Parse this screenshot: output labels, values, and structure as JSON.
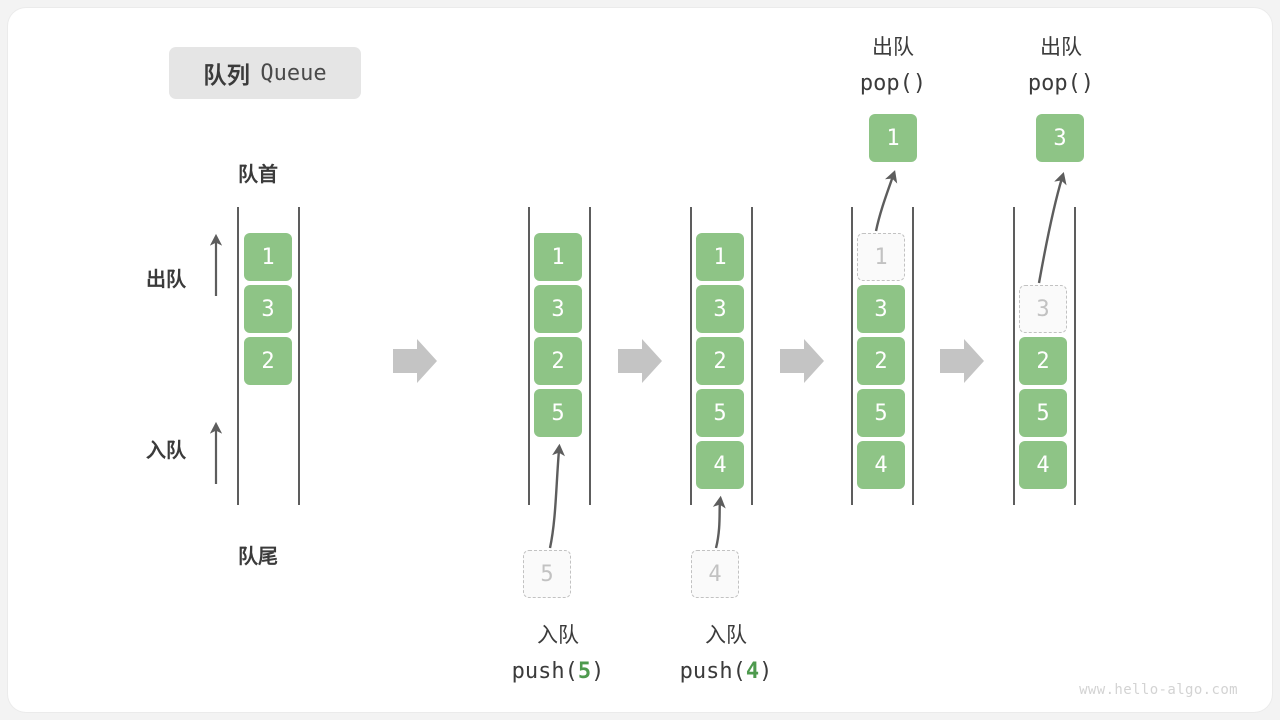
{
  "title": {
    "cn": "队列",
    "en": "Queue"
  },
  "axis_labels": {
    "front": "队首",
    "rear": "队尾",
    "dequeue": "出队",
    "enqueue": "入队"
  },
  "watermark": "www.hello-algo.com",
  "colors": {
    "element_fill": "#8ec486",
    "element_text": "#ffffff",
    "ghost_fill": "#fafafa",
    "ghost_border": "#c2c2c2",
    "ghost_text": "#c2c2c2",
    "rail": "#5d5d5d",
    "arrow_gray": "#c4c4c4",
    "text_dark": "#3b3b3b",
    "code_accent": "#4e9a4e",
    "chip_bg": "#e5e5e5",
    "page_bg": "#f3f3f3",
    "card_bg": "#ffffff"
  },
  "captions": {
    "push5": {
      "cn": "入队",
      "fn_prefix": "push(",
      "fn_arg": "5",
      "fn_suffix": ")"
    },
    "push4": {
      "cn": "入队",
      "fn_prefix": "push(",
      "fn_arg": "4",
      "fn_suffix": ")"
    },
    "pop1": {
      "cn": "出队",
      "fn": "pop()"
    },
    "pop2": {
      "cn": "出队",
      "fn": "pop()"
    }
  },
  "stages": [
    {
      "id": "stage-initial",
      "elements": [
        {
          "value": "1",
          "state": "solid"
        },
        {
          "value": "3",
          "state": "solid"
        },
        {
          "value": "2",
          "state": "solid"
        }
      ]
    },
    {
      "id": "stage-push-5",
      "elements": [
        {
          "value": "1",
          "state": "solid"
        },
        {
          "value": "3",
          "state": "solid"
        },
        {
          "value": "2",
          "state": "solid"
        },
        {
          "value": "5",
          "state": "solid"
        }
      ],
      "incoming": {
        "value": "5",
        "state": "ghost"
      }
    },
    {
      "id": "stage-push-4",
      "elements": [
        {
          "value": "1",
          "state": "solid"
        },
        {
          "value": "3",
          "state": "solid"
        },
        {
          "value": "2",
          "state": "solid"
        },
        {
          "value": "5",
          "state": "solid"
        },
        {
          "value": "4",
          "state": "solid"
        }
      ],
      "incoming": {
        "value": "4",
        "state": "ghost"
      }
    },
    {
      "id": "stage-pop-1",
      "elements": [
        {
          "value": "1",
          "state": "ghost"
        },
        {
          "value": "3",
          "state": "solid"
        },
        {
          "value": "2",
          "state": "solid"
        },
        {
          "value": "5",
          "state": "solid"
        },
        {
          "value": "4",
          "state": "solid"
        }
      ],
      "outgoing": {
        "value": "1",
        "state": "solid"
      }
    },
    {
      "id": "stage-pop-3",
      "elements": [
        {
          "value": "3",
          "state": "ghost"
        },
        {
          "value": "2",
          "state": "solid"
        },
        {
          "value": "5",
          "state": "solid"
        },
        {
          "value": "4",
          "state": "solid"
        }
      ],
      "outgoing": {
        "value": "3",
        "state": "solid"
      }
    }
  ]
}
